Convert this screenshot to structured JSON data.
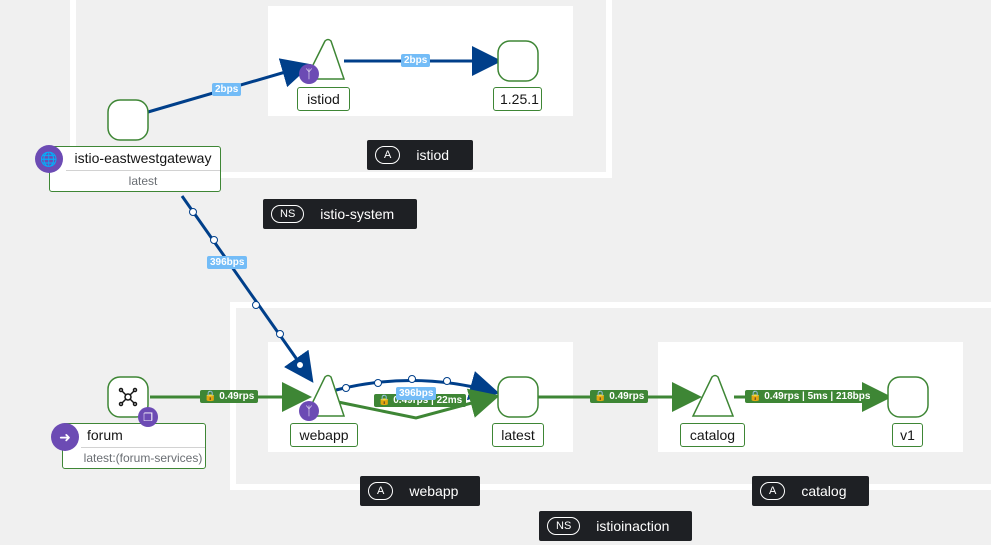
{
  "namespaces": {
    "istio_system": {
      "badge_type": "NS",
      "label": "istio-system"
    },
    "istioinaction": {
      "badge_type": "NS",
      "label": "istioinaction"
    }
  },
  "apps": {
    "istiod": {
      "badge_type": "A",
      "label": "istiod"
    },
    "webapp": {
      "badge_type": "A",
      "label": "webapp"
    },
    "catalog": {
      "badge_type": "A",
      "label": "catalog"
    }
  },
  "nodes": {
    "istio_eastwestgateway": {
      "label": "istio-eastwestgateway",
      "version": "latest"
    },
    "istiod_service": {
      "label": "istiod"
    },
    "istiod_version": {
      "label": "1.25.1"
    },
    "forum": {
      "label": "forum",
      "version": "latest:(forum-services)"
    },
    "webapp_service": {
      "label": "webapp"
    },
    "webapp_version": {
      "label": "latest"
    },
    "catalog_service": {
      "label": "catalog"
    },
    "catalog_version": {
      "label": "v1"
    }
  },
  "edges": {
    "gateway_to_istiod": "2bps",
    "istiod_to_version": "2bps",
    "gateway_to_webapp": "396bps",
    "forum_to_webapp": "0.49rps",
    "webapp_to_latest_bps": "396bps",
    "webapp_to_latest_rps": "0.49rps | 22ms",
    "latest_to_catalog": "0.49rps",
    "catalog_to_v1": "0.49rps | 5ms | 218bps"
  },
  "colors": {
    "blue_edge": "#003f8a",
    "green_edge": "#3e8635",
    "node_border": "#3e8635",
    "purple_badge": "#6c4bb4",
    "edge_label_blue": "#73bcf7"
  },
  "icons": {
    "gateway": "globe-icon",
    "forum": "arrow-right-circle-icon",
    "branch": "git-branch-icon",
    "mesh": "network-icon",
    "virtual-service": "copy-icon"
  }
}
